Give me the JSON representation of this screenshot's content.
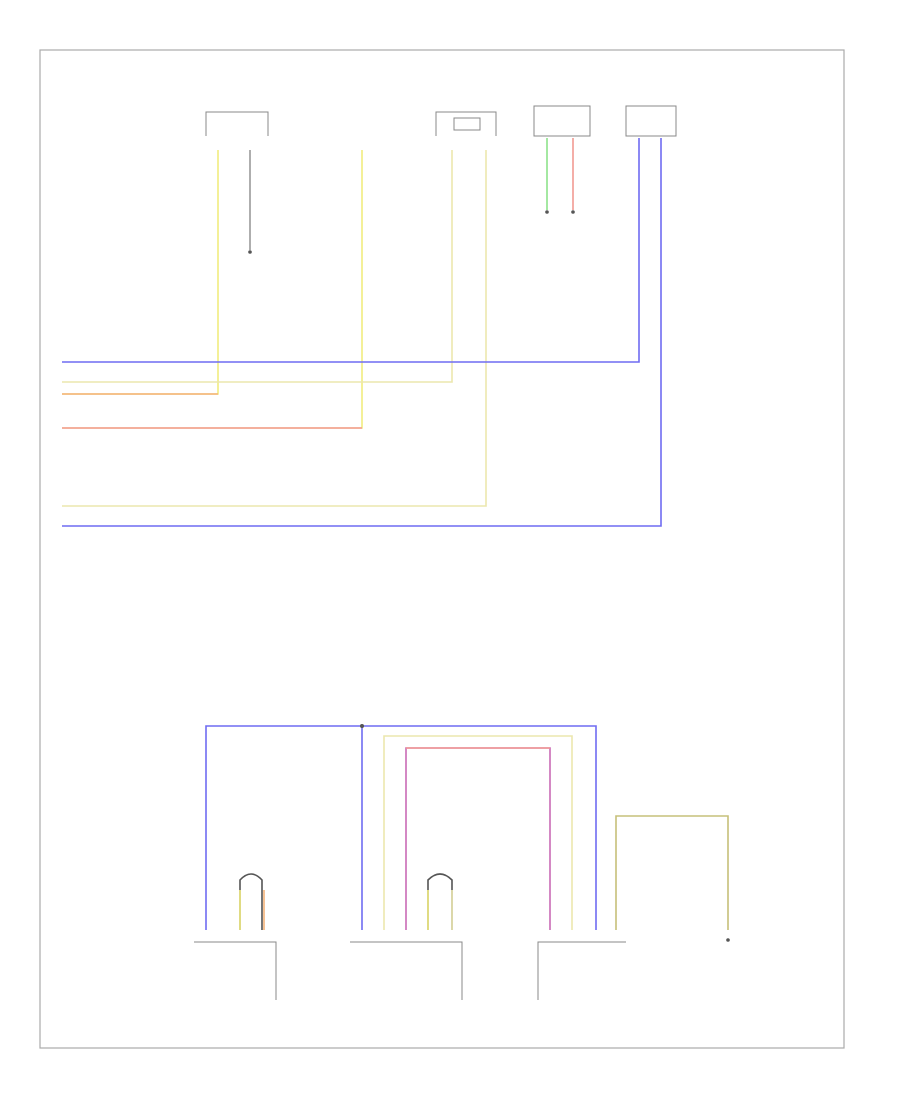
{
  "footer_code": "",
  "colors": {
    "blue": "#6f6cf2",
    "yellow": "#f2ec7e",
    "orange": "#f4b27a",
    "red": "#f29a92",
    "pale_yellow": "#ece7ae",
    "green": "#8ee28a",
    "magenta": "#c96ab6",
    "olive": "#c6c07a",
    "grey": "#9a9a9a"
  },
  "wire_labels": [
    {
      "id": "w1",
      "color": "blue",
      "text": ""
    },
    {
      "id": "w2",
      "color": "yellow",
      "text": ""
    },
    {
      "id": "w3",
      "color": "orange",
      "text": ""
    },
    {
      "id": "w4",
      "color": "red",
      "text": ""
    },
    {
      "id": "w5",
      "color": "pale_yellow",
      "text": ""
    },
    {
      "id": "w6",
      "color": "blue",
      "text": ""
    }
  ],
  "connectors": [
    {
      "id": "connector-1",
      "lines": [
        "",
        "",
        "",
        "",
        ""
      ]
    },
    {
      "id": "connector-2",
      "lines": [
        "",
        "",
        ""
      ]
    },
    {
      "id": "connector-3",
      "lines": [
        "",
        "",
        "",
        "",
        ""
      ]
    },
    {
      "id": "connector-4",
      "lines": [
        "",
        ""
      ]
    },
    {
      "id": "connector-5",
      "lines": [
        "",
        "",
        ""
      ]
    }
  ],
  "notes": [
    {
      "id": "ground-note-1",
      "lines": [
        "",
        "",
        "",
        ""
      ]
    },
    {
      "id": "ground-note-2",
      "lines": [
        "",
        ""
      ]
    },
    {
      "id": "ground-note-3",
      "lines": [
        "",
        ""
      ]
    }
  ],
  "modules": [
    {
      "id": "module-left",
      "lines": [
        "",
        ""
      ]
    },
    {
      "id": "module-center",
      "lines": [
        "",
        "",
        ""
      ]
    },
    {
      "id": "module-right",
      "lines": [
        "",
        ""
      ]
    }
  ],
  "splices": [
    {
      "id": "splice-left",
      "lines": [
        "",
        ""
      ]
    },
    {
      "id": "splice-center",
      "lines": [
        "",
        ""
      ]
    }
  ]
}
